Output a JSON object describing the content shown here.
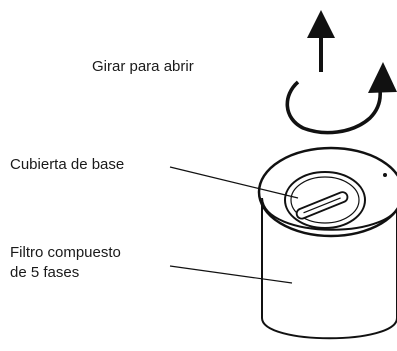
{
  "labels": {
    "rotate_to_open": "Girar para abrir",
    "base_cover": "Cubierta de base",
    "filter_line1": "Filtro compuesto",
    "filter_line2": "de 5 fases"
  },
  "icons": {
    "rotation": "counterclockwise-rotation-arrow-icon",
    "upward": "up-arrow-icon"
  },
  "colors": {
    "stroke": "#111111",
    "background": "#ffffff"
  }
}
